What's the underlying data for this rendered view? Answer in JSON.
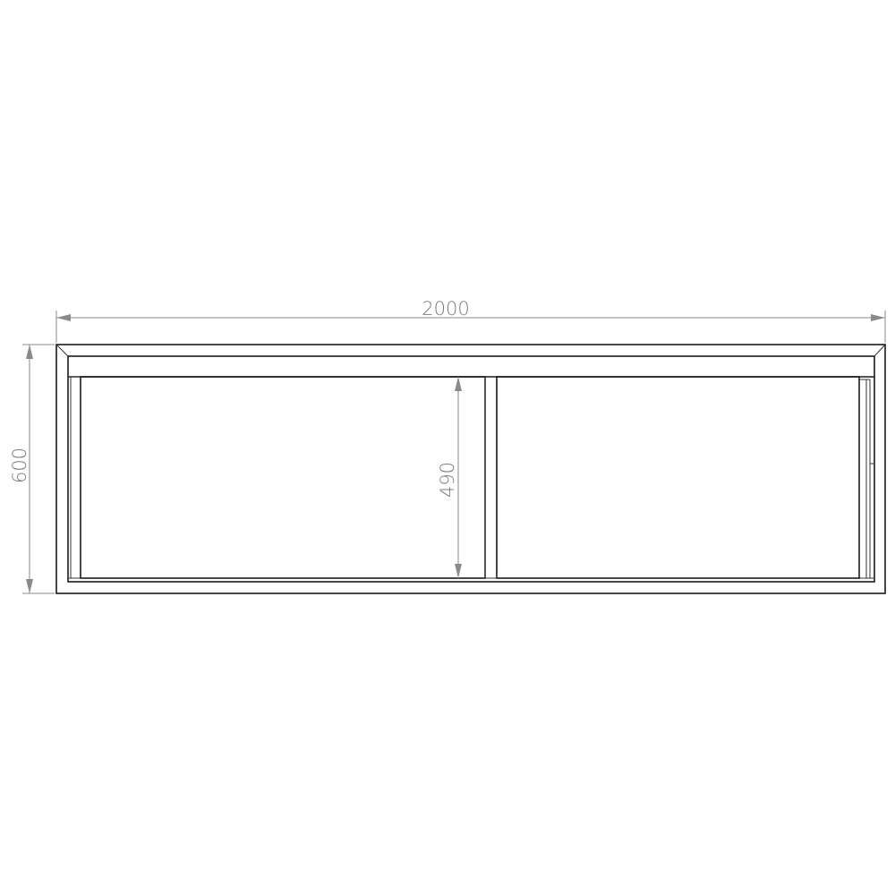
{
  "drawing": {
    "subject": "cabinet-front-elevation",
    "line_color": "#1a1a1a",
    "dimension_color": "#8a8a8a",
    "dimensions": {
      "overall_width": "2000",
      "overall_height": "600",
      "door_height": "490"
    }
  }
}
